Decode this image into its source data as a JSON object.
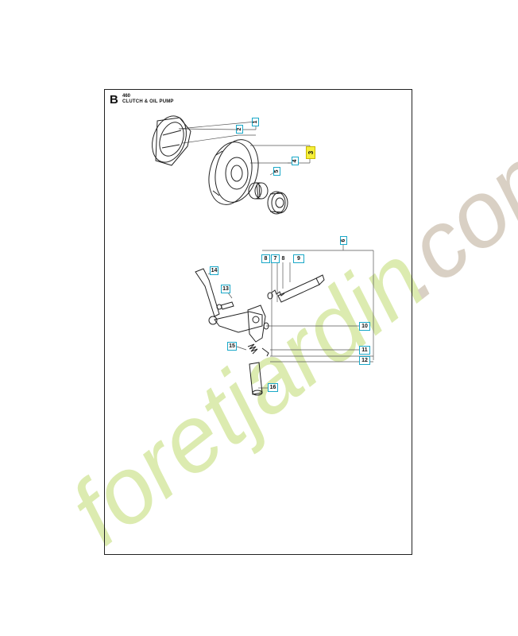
{
  "header": {
    "section_letter": "B",
    "model": "460",
    "title": "CLUTCH & OIL PUMP"
  },
  "callouts": {
    "c1": "1",
    "c2": "2",
    "c3": "3",
    "c4": "4",
    "c5": "5",
    "c6": "6",
    "c7": "7",
    "c8": "8",
    "c8b": "8",
    "c9": "9",
    "c10": "10",
    "c11": "11",
    "c12": "12",
    "c13": "13",
    "c14": "14",
    "c15": "15",
    "c16": "16"
  },
  "highlighted_part": "3",
  "watermark": {
    "text_green": "foretjardin",
    "text_gray": ".com",
    "colors": {
      "green": "#dcebb0",
      "gray": "#d9d0c4"
    }
  },
  "colors": {
    "callout_border": "#1aa8c8",
    "highlight": "#f6ef3a"
  }
}
